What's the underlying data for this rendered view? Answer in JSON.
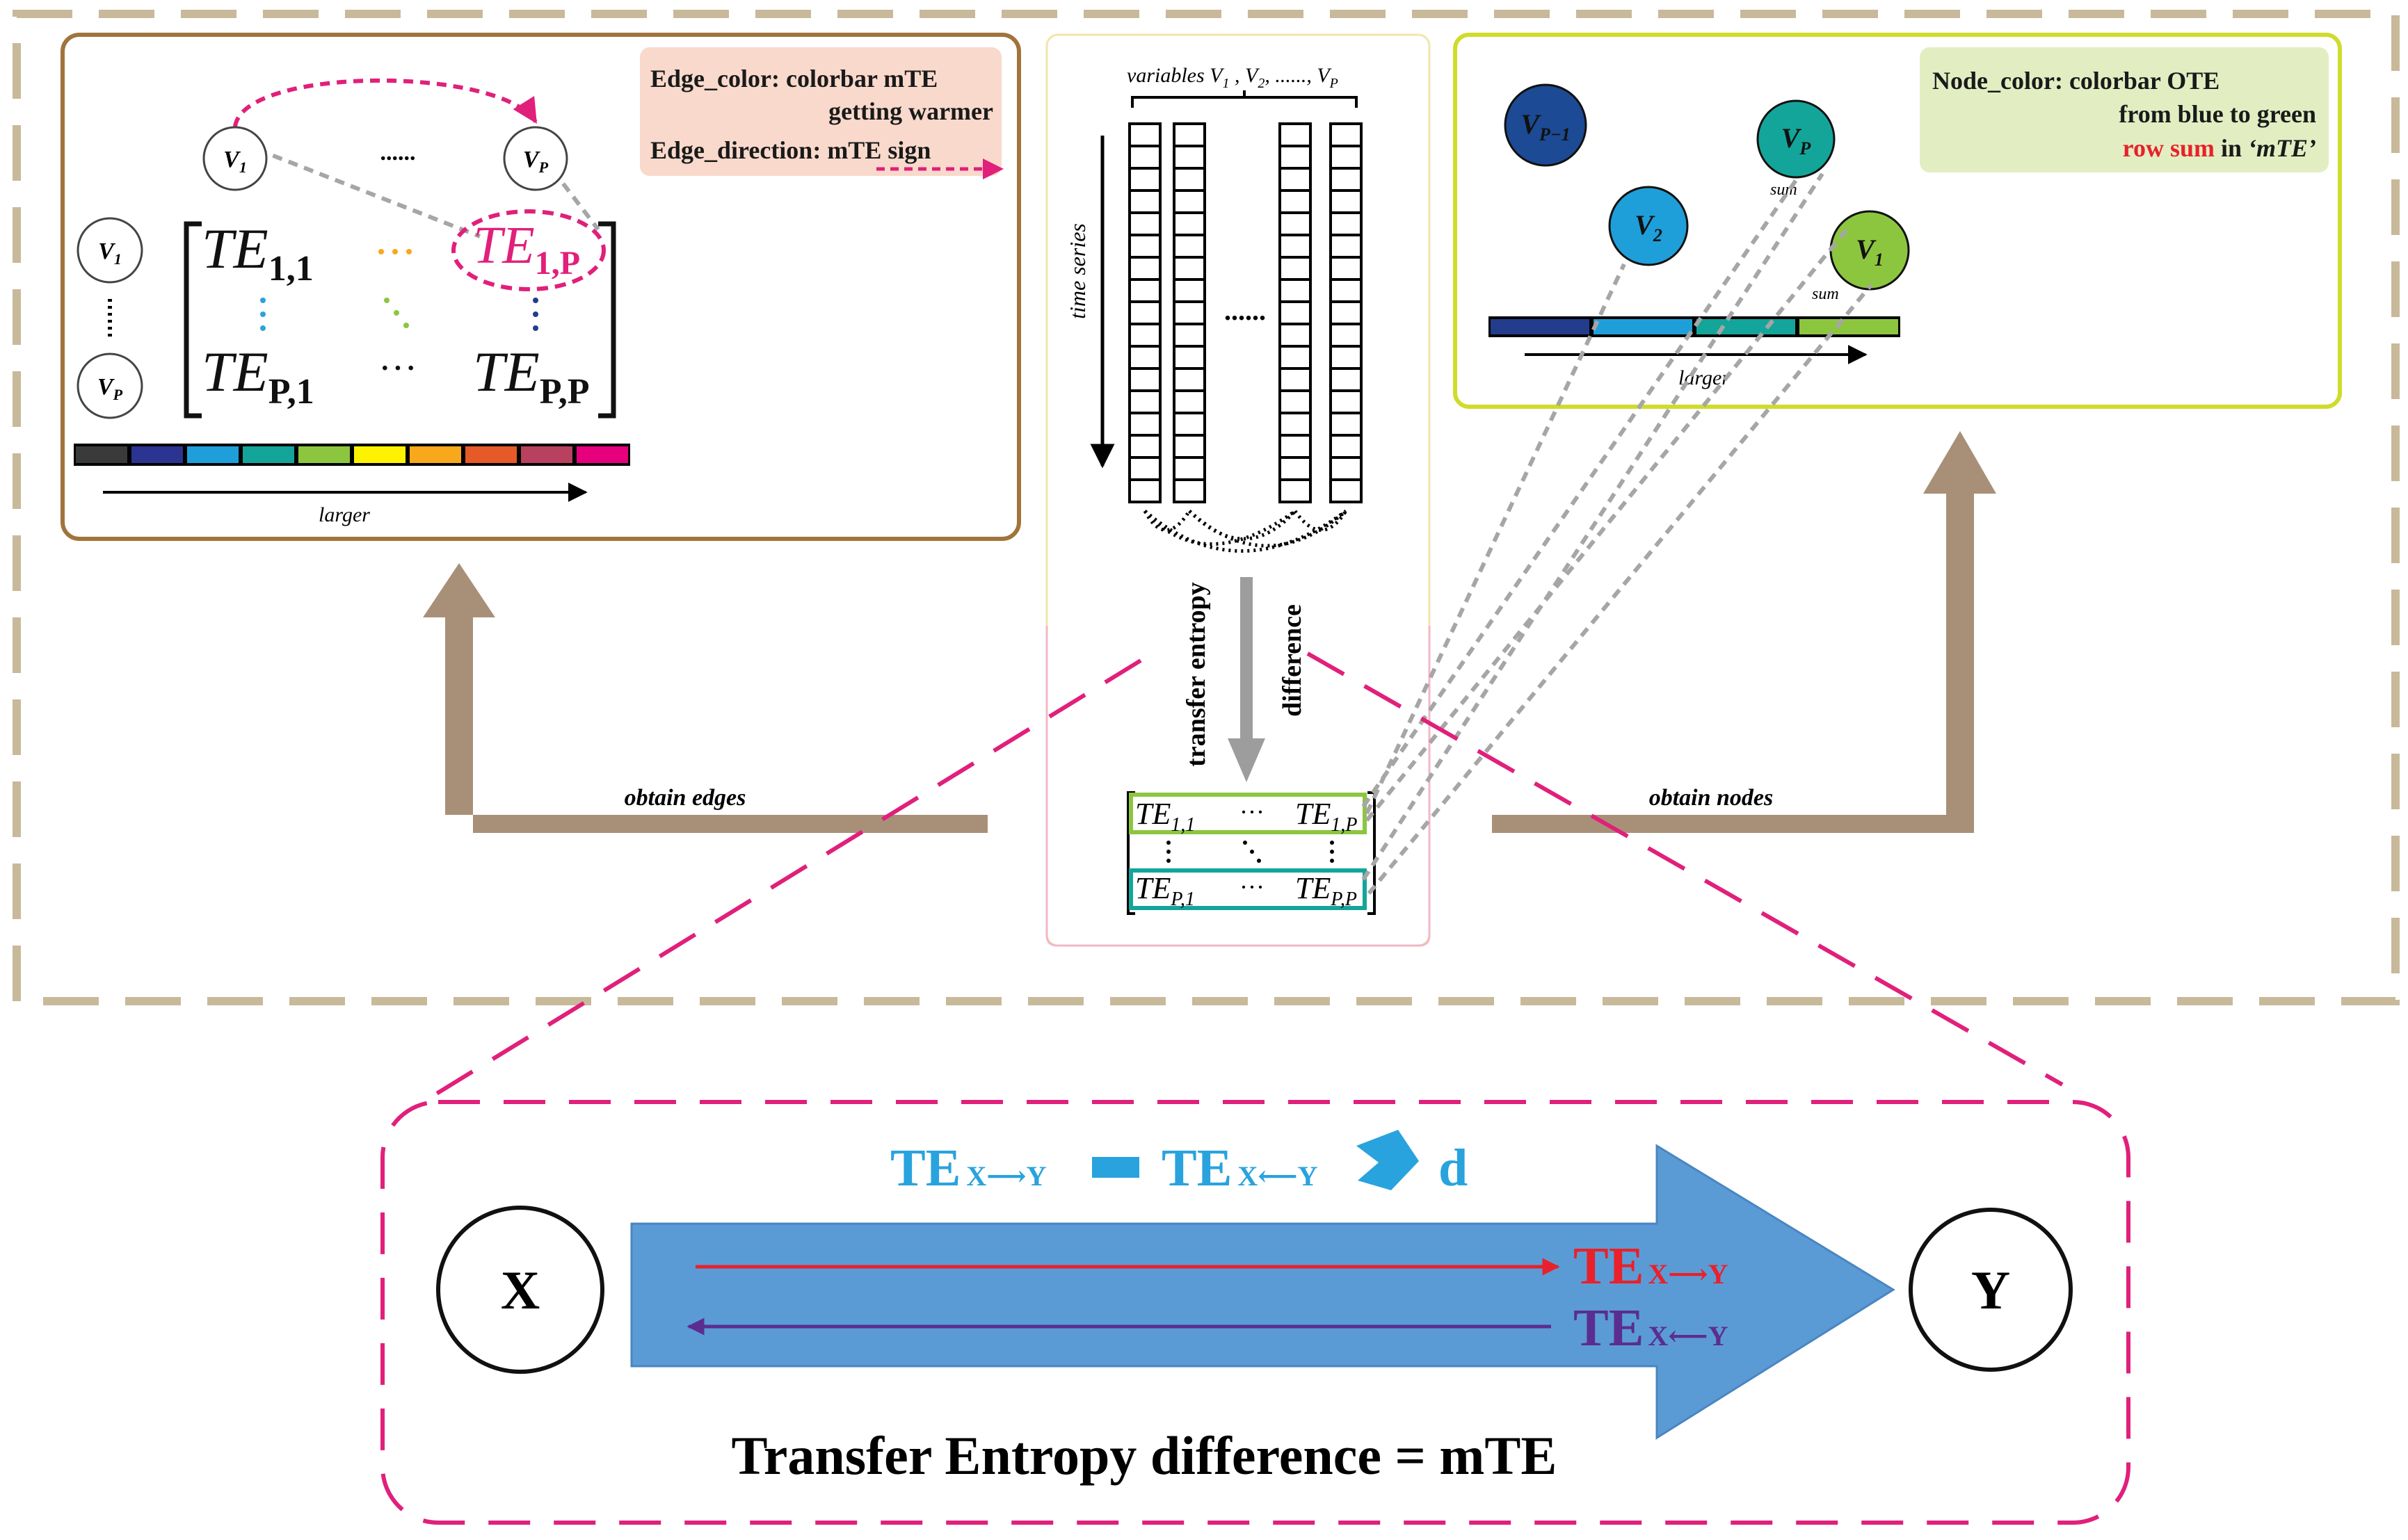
{
  "left_panel": {
    "node_v1": "V",
    "node_v1_sub": "1",
    "node_vp": "V",
    "node_vp_sub": "P",
    "row_v1": "V",
    "row_v1_sub": "1",
    "row_vp": "V",
    "row_vp_sub": "P",
    "top_ellipsis": "......",
    "matrix": {
      "te11": "TE",
      "te11_sub": "1,1",
      "te1p": "TE",
      "te1p_sub": "1,P",
      "tep1": "TE",
      "tep1_sub": "P,1",
      "tepp": "TE",
      "tepp_sub": "P,P",
      "bottom_dots": "···"
    },
    "legend": {
      "edge_color": "Edge_color: colorbar mTE",
      "getting_warmer": "getting warmer",
      "edge_direction": "Edge_direction: mTE sign"
    },
    "colorbar": [
      "#3a3a3a",
      "#2b3490",
      "#1f9fd9",
      "#14a59a",
      "#8cc63f",
      "#fff200",
      "#f7a81b",
      "#e55a28",
      "#b8415f",
      "#e6007e"
    ],
    "colorbar_label": "larger"
  },
  "middle_panel": {
    "variables_label": "variables V",
    "var_v1": "V",
    "var_v1_sub": "1",
    "var_v2": "V",
    "var_v2_sub": "2",
    "var_dots": ", ......,",
    "var_vp": "V",
    "var_vp_sub": "P",
    "time_series": "time series",
    "column_dots": "......",
    "transfer_entropy": "transfer entropy",
    "difference": "difference",
    "small_matrix": {
      "te11": "TE",
      "te11_sub": "1,1",
      "te1p": "TE",
      "te1p_sub": "1,P",
      "tep1": "TE",
      "tep1_sub": "P,1",
      "tepp": "TE",
      "tepp_sub": "P,P",
      "hdots": "···"
    }
  },
  "right_panel": {
    "legend": {
      "node_color": "Node_color: colorbar OTE",
      "blue_to_green": "from blue to green",
      "row_sum": "row sum",
      "in_word": "in",
      "mte_quote": "‘mTE’"
    },
    "nodes": {
      "vp1": "V",
      "vp1_sub": "P−1",
      "vp": "V",
      "vp_sub": "P",
      "v2": "V",
      "v2_sub": "2",
      "v1": "V",
      "v1_sub": "1",
      "sum_label": "sum"
    },
    "colorbar": [
      "#233c8c",
      "#1f9fd9",
      "#14a59a",
      "#8cc63f"
    ],
    "colorbar_label": "larger"
  },
  "flow": {
    "obtain_edges": "obtain edges",
    "obtain_nodes": "obtain nodes"
  },
  "bottom_panel": {
    "node_x": "X",
    "node_y": "Y",
    "eq_te1": "TE",
    "eq_sub1": "X⟶Y",
    "eq_te2": "TE",
    "eq_sub2": "X⟵Y",
    "eq_d": "d",
    "arrow_te_forward": "TE",
    "arrow_sub_forward": "X⟶Y",
    "arrow_te_backward": "TE",
    "arrow_sub_backward": "X⟵Y",
    "caption": "Transfer Entropy difference = mTE"
  },
  "colors": {
    "frame_dash": "#c8b99a",
    "flow_arrow": "#a89078",
    "left_border": "#a0743c",
    "right_border": "#cfdc2a",
    "magenta": "#e0207a",
    "te_cyan": "#29a3dd",
    "big_arrow": "#5b9bd5",
    "red": "#e8212b",
    "purple": "#5b2d91",
    "legend_left_bg": "#f8d9cb",
    "legend_right_bg": "#e2eec2"
  }
}
